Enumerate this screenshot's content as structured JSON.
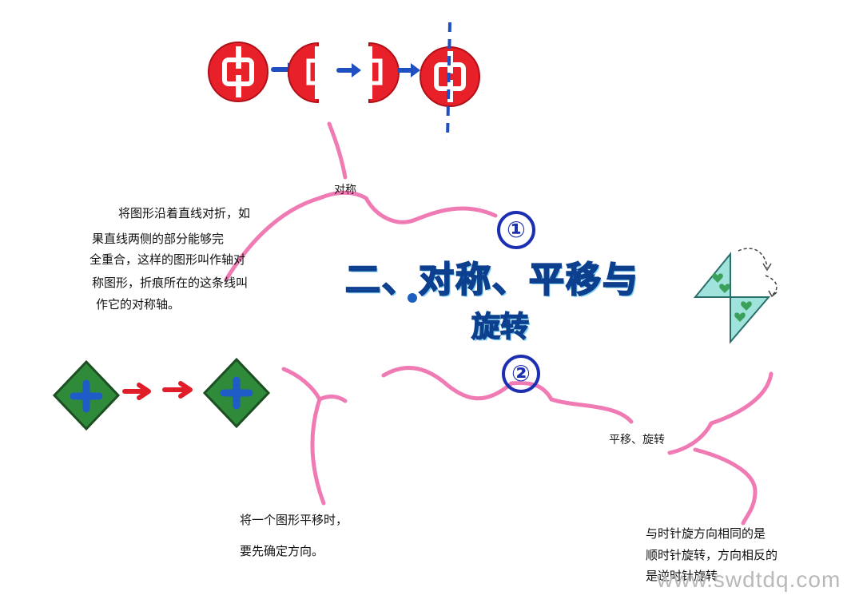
{
  "main_title": "二、对称、平移与",
  "main_title_line2": "旋转",
  "branch_numbers": [
    "①",
    "②"
  ],
  "symmetry": {
    "label": "对称",
    "description_lines": [
      "将图形沿着直线对折，如",
      "果直线两侧的部分能够完",
      "全重合，这样的图形叫作轴对",
      "称图形，折痕所在的这条线叫",
      "作它的对称轴。"
    ]
  },
  "translation_rotation": {
    "label": "平移、旋转",
    "translation_lines": [
      "将一个图形平移时，",
      "要先确定方向。"
    ],
    "rotation_lines": [
      "与时针旋方向相同的是",
      "顺时针旋转，方向相反的",
      "是逆时针旋转"
    ]
  },
  "watermark": "www.swdtdq.com",
  "colors": {
    "branch_pink": "#f07ab4",
    "logo_red": "#e8202a",
    "arrow_blue": "#1f4fc0",
    "diamond_green": "#2f8a3a",
    "cross_blue": "#1f5cc8",
    "arrow_red": "#e01e2a",
    "triangle_teal": "#9fe3dc"
  }
}
